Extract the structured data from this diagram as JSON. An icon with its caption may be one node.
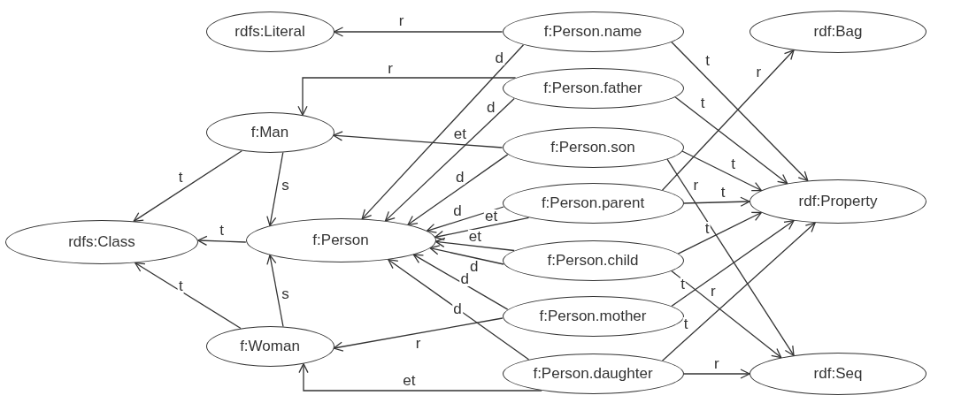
{
  "diagram": {
    "nodes": [
      {
        "text": [
          "rdfs:Literal"
        ]
      },
      {
        "text": [
          "f:Person.name"
        ]
      },
      {
        "text": [
          "rdf:Bag"
        ]
      },
      {
        "text": [
          "f:Person.father"
        ]
      },
      {
        "text": [
          "f:Man"
        ]
      },
      {
        "text": [
          "f:Person.son"
        ]
      },
      {
        "text": [
          "f:Person.parent"
        ]
      },
      {
        "text": [
          "rdf:Property"
        ]
      },
      {
        "text": [
          "rdfs:Class"
        ]
      },
      {
        "text": [
          "f:Person"
        ]
      },
      {
        "text": [
          "f:Person.child"
        ]
      },
      {
        "text": [
          "f:Person.mother"
        ]
      },
      {
        "text": [
          "f:Woman"
        ]
      },
      {
        "text": [
          "rdf:Seq"
        ]
      },
      {
        "text": [
          "f:Person.daughter"
        ]
      }
    ],
    "edges": [
      {
        "from": 1,
        "to": 0,
        "arrow": "to",
        "label": "r"
      },
      {
        "from": 1,
        "to": 9,
        "arrow": "to",
        "label": "d"
      },
      {
        "from": 1,
        "to": 7,
        "arrow": "to",
        "label": "t"
      },
      {
        "from": 3,
        "to": 4,
        "arrow": "to",
        "label": "r"
      },
      {
        "from": 3,
        "to": 9,
        "arrow": "to",
        "label": "d"
      },
      {
        "from": 3,
        "to": 7,
        "arrow": "to",
        "label": "t"
      },
      {
        "from": 5,
        "to": 4,
        "arrow": "to",
        "label": "et"
      },
      {
        "from": 5,
        "to": 9,
        "arrow": "to",
        "label": "d"
      },
      {
        "from": 5,
        "to": 7,
        "arrow": "to",
        "label": "t"
      },
      {
        "from": 5,
        "to": 13,
        "arrow": "to",
        "label": "r"
      },
      {
        "from": 6,
        "to": 2,
        "arrow": "to",
        "label": "r"
      },
      {
        "from": 6,
        "to": 9,
        "arrow": "to",
        "label": "d"
      },
      {
        "from": 6,
        "to": 9,
        "arrow": "to",
        "label": "et"
      },
      {
        "from": 6,
        "to": 7,
        "arrow": "to",
        "label": "t"
      },
      {
        "from": 10,
        "to": 9,
        "arrow": "to",
        "label": "et"
      },
      {
        "from": 10,
        "to": 9,
        "arrow": "to",
        "label": "d"
      },
      {
        "from": 10,
        "to": 7,
        "arrow": "to",
        "label": "t"
      },
      {
        "from": 10,
        "to": 13,
        "arrow": "to",
        "label": "r"
      },
      {
        "from": 11,
        "to": 9,
        "arrow": "to",
        "label": "d"
      },
      {
        "from": 11,
        "to": 12,
        "arrow": "to",
        "label": "r"
      },
      {
        "from": 11,
        "to": 7,
        "arrow": "to",
        "label": "t"
      },
      {
        "from": 14,
        "to": 9,
        "arrow": "to",
        "label": "d"
      },
      {
        "from": 14,
        "to": 12,
        "arrow": "to",
        "label": "et"
      },
      {
        "from": 14,
        "to": 7,
        "arrow": "to",
        "label": "t"
      },
      {
        "from": 14,
        "to": 13,
        "arrow": "to",
        "label": "r"
      },
      {
        "from": 4,
        "to": 8,
        "arrow": "to",
        "label": "t"
      },
      {
        "from": 4,
        "to": 9,
        "arrow": "to",
        "label": "s"
      },
      {
        "from": 9,
        "to": 8,
        "arrow": "to",
        "label": "t"
      },
      {
        "from": 12,
        "to": 8,
        "arrow": "to",
        "label": "t"
      },
      {
        "from": 12,
        "to": 9,
        "arrow": "to",
        "label": "s"
      }
    ]
  }
}
